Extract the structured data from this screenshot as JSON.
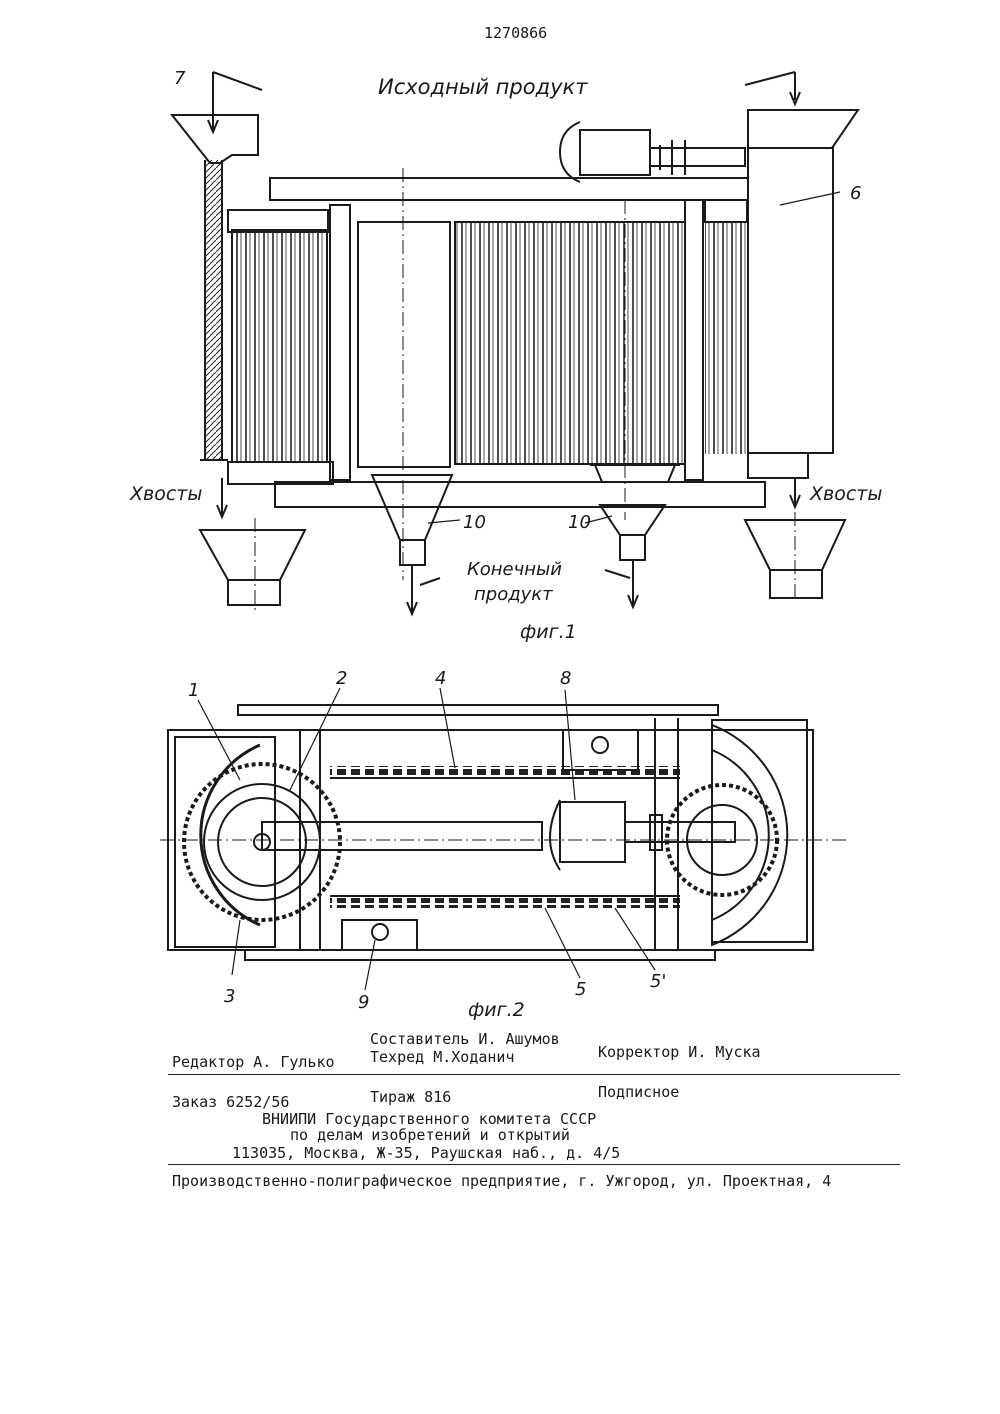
{
  "patent_number": "1270866",
  "figure1": {
    "caption": "фиг.1",
    "input_label": "Исходный продукт",
    "tails_left": "Хвосты",
    "tails_right": "Хвосты",
    "output_label_line1": "Конечный",
    "output_label_line2": "продукт",
    "ref_7": "7",
    "ref_6": "6",
    "ref_10a": "10",
    "ref_10b": "10"
  },
  "figure2": {
    "caption": "фиг.2",
    "ref_1": "1",
    "ref_2": "2",
    "ref_3": "3",
    "ref_4": "4",
    "ref_5": "5",
    "ref_5p": "5'",
    "ref_8": "8",
    "ref_9": "9"
  },
  "imprint": {
    "compiler": "Составитель И. Ашумов",
    "editor": "Редактор А. Гулько",
    "techred": "Техред М.Ходанич",
    "corrector": "Корректор И. Муска",
    "order": "Заказ 6252/56",
    "circulation": "Тираж 816",
    "subscription": "Подписное",
    "org_line1": "ВНИИПИ Государственного комитета СССР",
    "org_line2": "по делам изобретений и открытий",
    "address": "113035, Москва, Ж-35, Раушская наб., д. 4/5",
    "printer": "Производственно-полиграфическое предприятие, г. Ужгород, ул. Проектная, 4"
  }
}
